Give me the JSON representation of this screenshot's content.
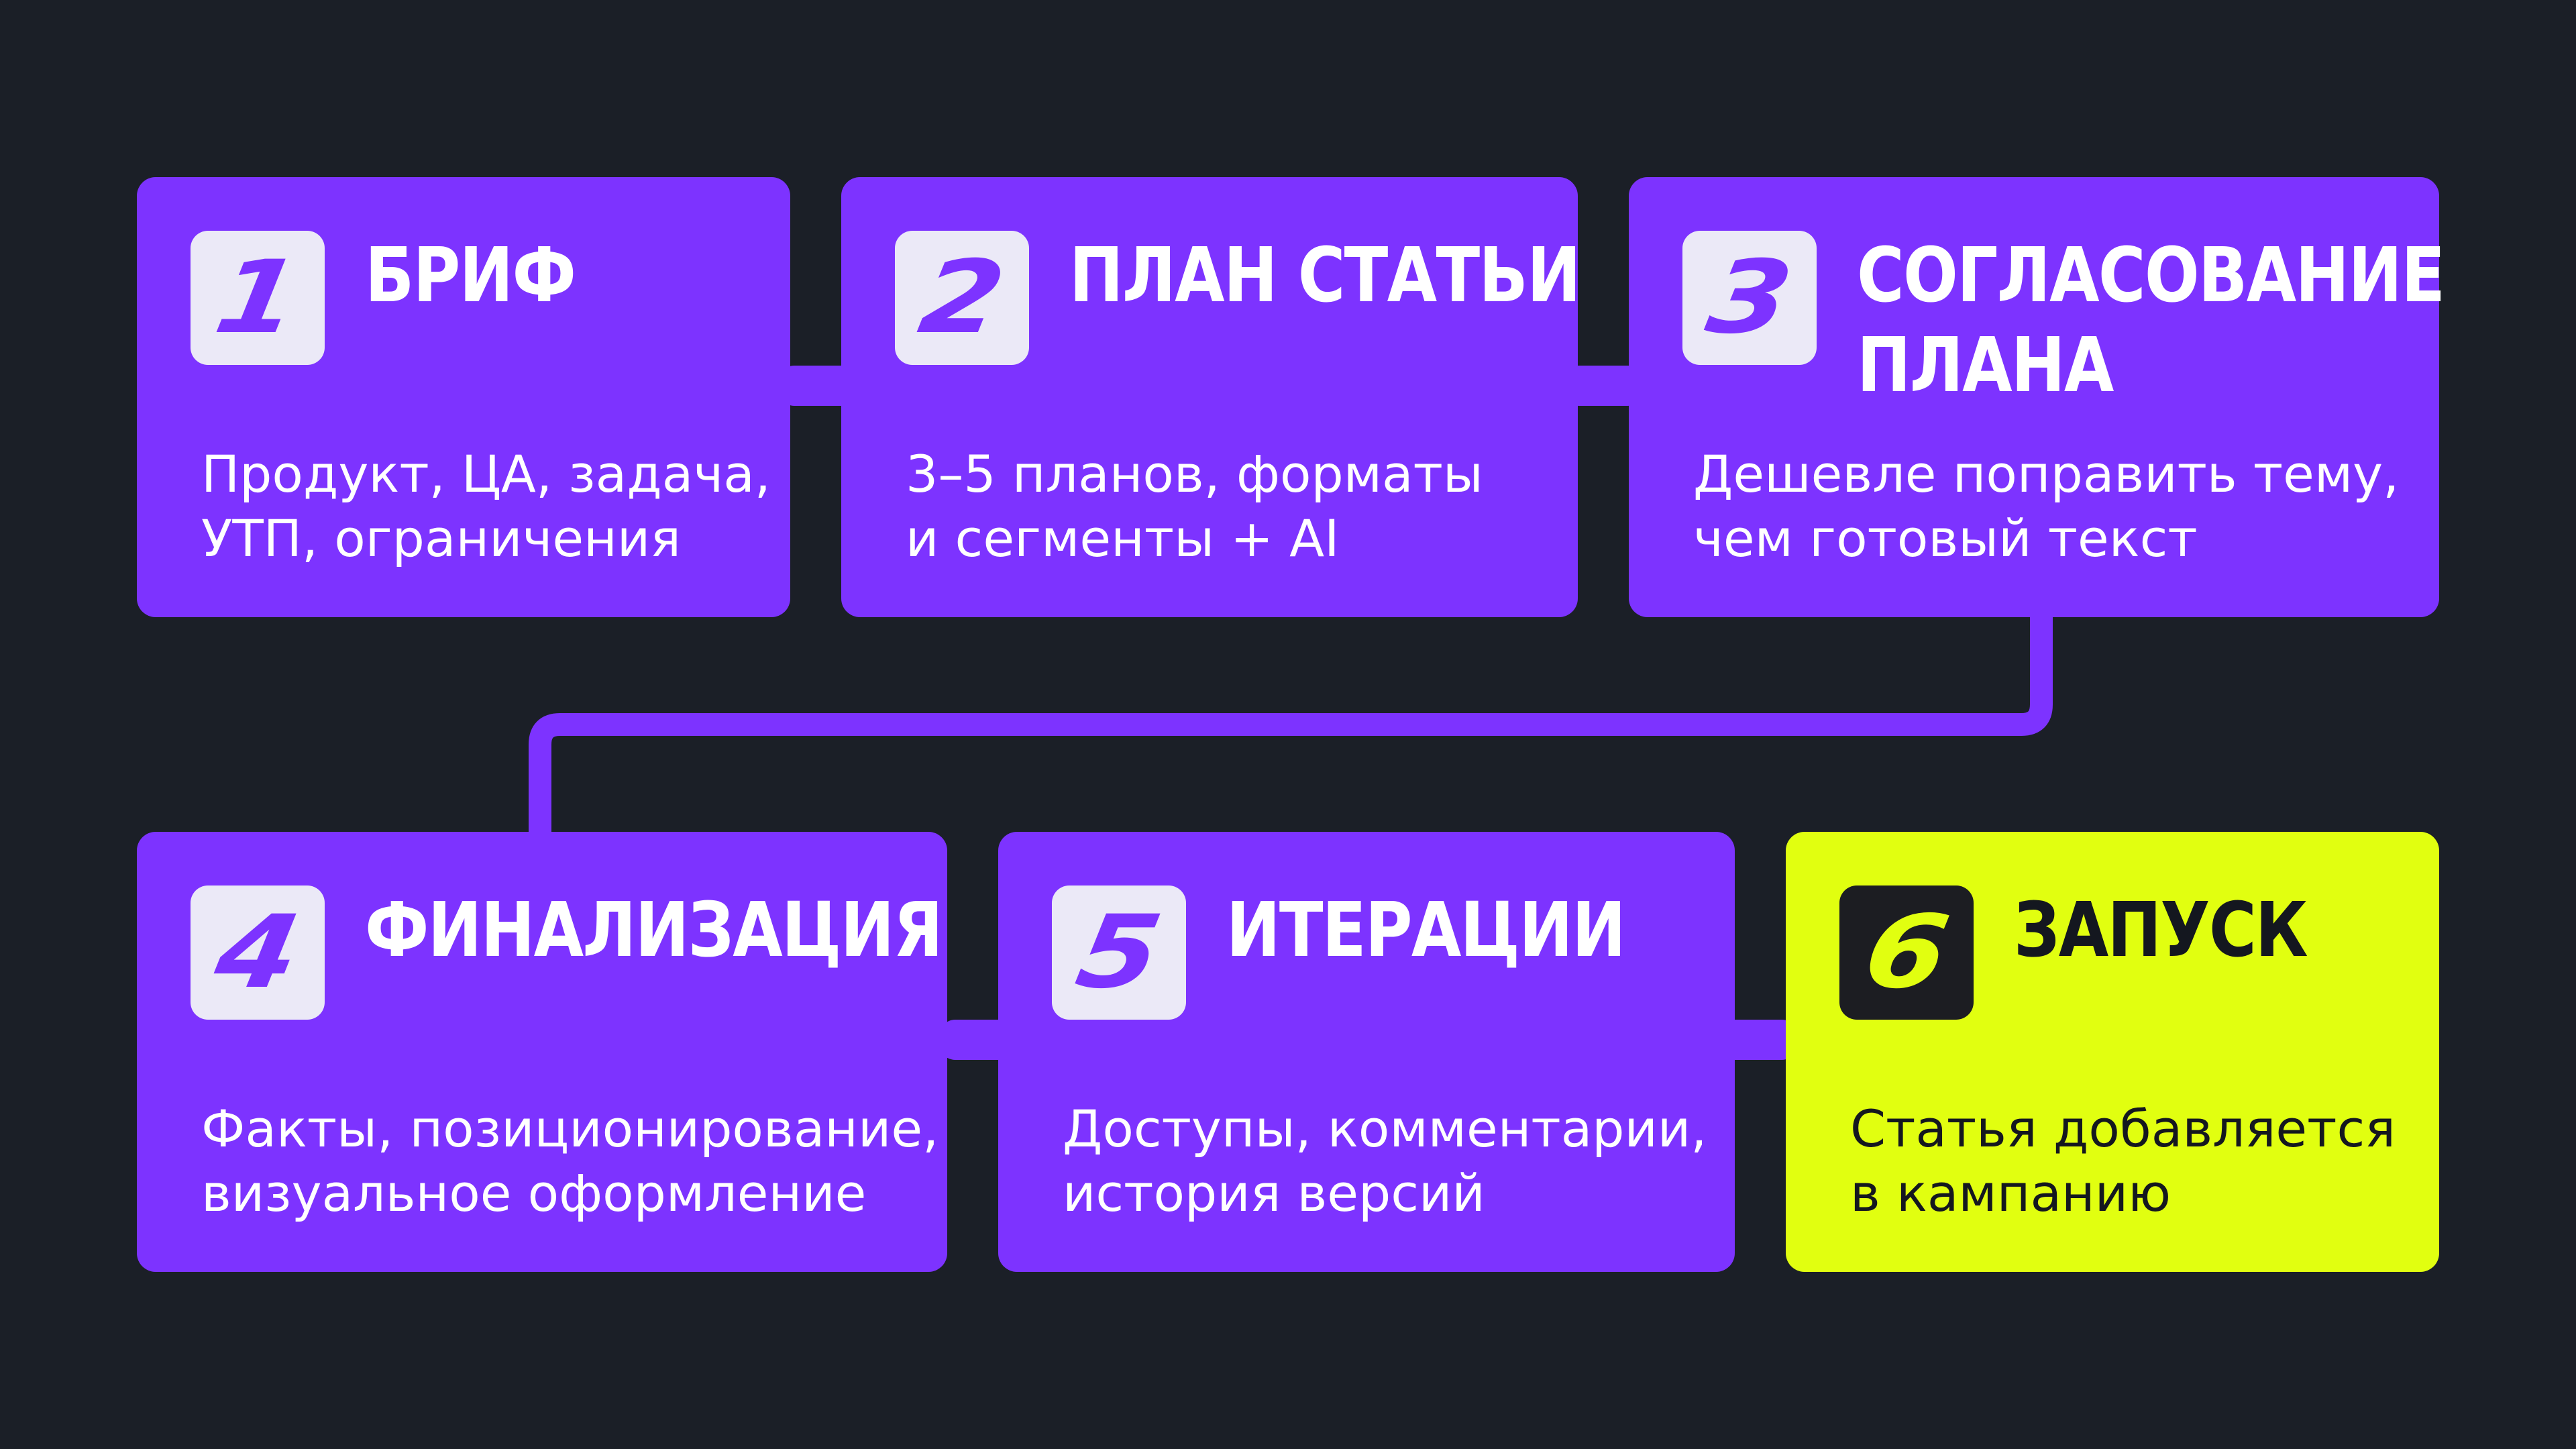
{
  "colors": {
    "background": "#1b1f27",
    "card": "#7d33ff",
    "card_final": "#e1ff10",
    "badge": "#ebe9f7",
    "badge_final": "#1c1d22",
    "connector": "#7d33ff"
  },
  "steps": [
    {
      "number": "1",
      "title": "БРИФ",
      "desc": [
        "Продукт, ЦА, задача,",
        "УТП, ограничения"
      ]
    },
    {
      "number": "2",
      "title": "ПЛАН СТАТЬИ",
      "desc": [
        "3–5 планов, форматы",
        "и сегменты + AI"
      ]
    },
    {
      "number": "3",
      "title": [
        "СОГЛАСОВАНИЕ",
        "ПЛАНА"
      ],
      "desc": [
        "Дешевле поправить тему,",
        "чем готовый текст"
      ]
    },
    {
      "number": "4",
      "title": "ФИНАЛИЗАЦИЯ",
      "desc": [
        "Факты, позиционирование,",
        "визуальное оформление"
      ]
    },
    {
      "number": "5",
      "title": "ИТЕРАЦИИ",
      "desc": [
        "Доступы, комментарии,",
        "история версий"
      ]
    },
    {
      "number": "6",
      "title": "ЗАПУСК",
      "desc": [
        "Статья добавляется",
        "в кампанию"
      ]
    }
  ]
}
